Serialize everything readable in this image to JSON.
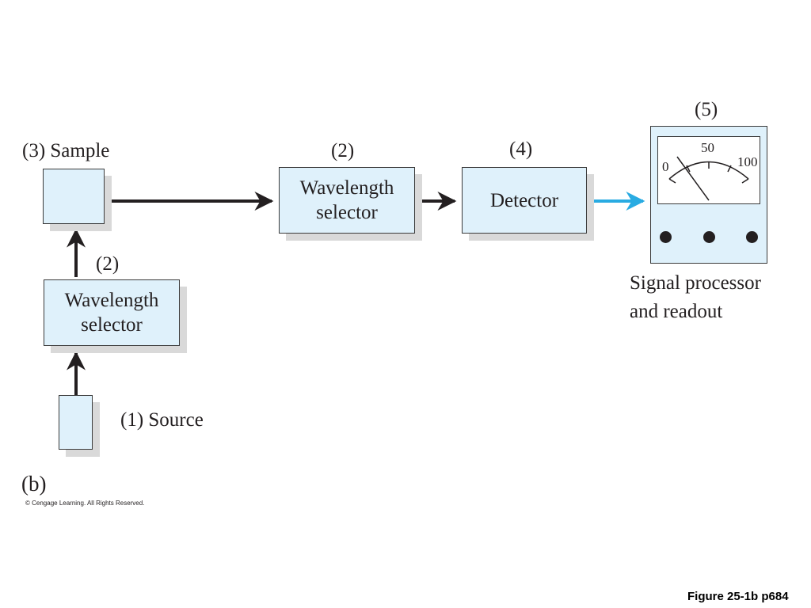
{
  "labels": {
    "sample": "(3) Sample",
    "selector_top_num": "(2)",
    "detector_num": "(4)",
    "readout_num": "(5)",
    "selector_left_num": "(2)",
    "source": "(1) Source",
    "panel": "(b)"
  },
  "boxes": {
    "selector_top_line1": "Wavelength",
    "selector_top_line2": "selector",
    "detector": "Detector",
    "selector_left_line1": "Wavelength",
    "selector_left_line2": "selector"
  },
  "readout": {
    "caption_line1": "Signal processor",
    "caption_line2": "and readout",
    "scale_min": "0",
    "scale_mid": "50",
    "scale_max": "100"
  },
  "colors": {
    "box_fill": "#dff1fb",
    "signal_arrow": "#29abe2",
    "light_arrow": "#231f20"
  },
  "footer": {
    "copyright": "© Cengage Learning. All Rights Reserved.",
    "figure_ref": "Figure 25-1b p684"
  }
}
